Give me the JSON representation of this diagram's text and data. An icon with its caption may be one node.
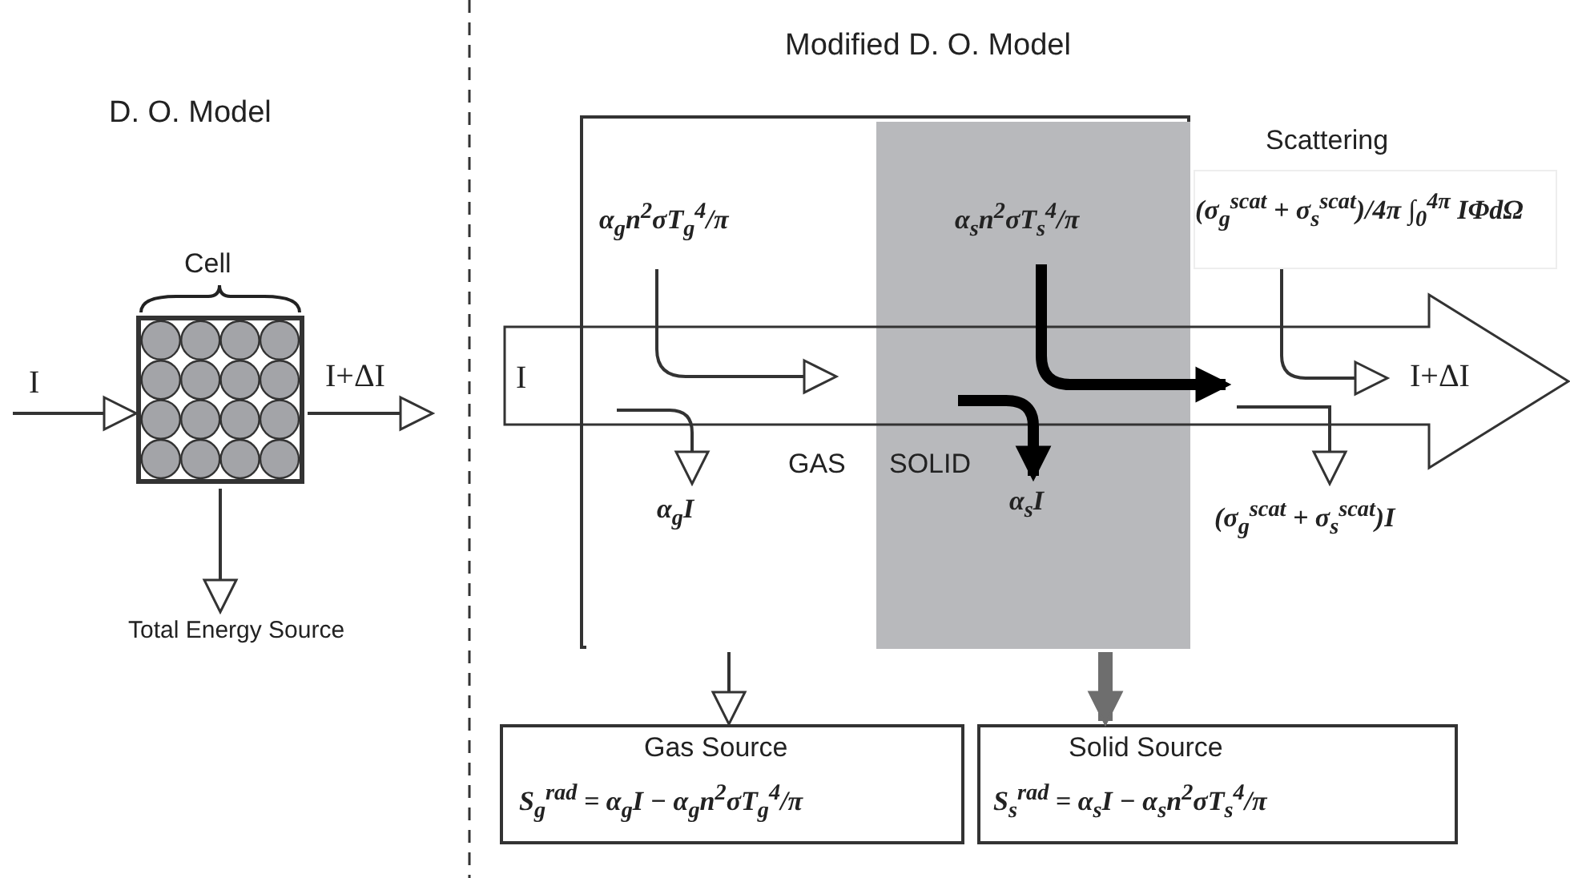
{
  "diagram": {
    "nodes": [
      {
        "text": [
          "Cell"
        ]
      },
      {
        "text": [
          "Total Energy Source"
        ]
      },
      {
        "text": [],
        "shape": "box"
      },
      {
        "text": [
          "GAS"
        ],
        "in": 2
      },
      {
        "text": [
          "SOLID"
        ],
        "in": 2
      },
      {
        "text": [
          "α$_{g}$n$^{2}$σT$_{g}$$^{4}$/π"
        ],
        "in": 3
      },
      {
        "text": [
          "α$_{g}$I"
        ],
        "in": 3
      },
      {
        "text": [
          "α$_{s}$n$^{2}$σT$_{s}$$^{4}$/π"
        ],
        "in": 4
      },
      {
        "text": [
          "α$_{s}$I"
        ],
        "in": 4
      },
      {
        "text": [
          "I",
          "I+ΔI"
        ]
      },
      {
        "text": [
          "Scattering",
          "(σ$_{g}$$^{scat}$ + σ$_{s}$$^{scat}$)/4π ∫$_{0}$$^{4π}$ IΦdΩ"
        ]
      },
      {
        "text": [
          "(σ$_{g}$$^{scat}$ + σ$_{s}$$^{scat}$)I"
        ]
      },
      {
        "text": [
          "Gas Source",
          "S$_{g}$$^{rad}$ = α$_{g}$I − α$_{g}$n$^{2}$σT$_{g}$$^{4}$/π"
        ]
      },
      {
        "text": [
          "Solid Source",
          "S$_{s}$$^{rad}$ = α$_{s}$I − α$_{s}$n$^{2}$σT$_{s}$$^{4}$/π"
        ]
      }
    ],
    "edges": [
      {
        "from": null,
        "to": 0,
        "arrow": "to",
        "label": "I"
      },
      {
        "from": 0,
        "to": null,
        "arrow": "to",
        "label": "I+ΔI"
      },
      {
        "from": 0,
        "to": 1,
        "arrow": "to"
      },
      {
        "from": 5,
        "to": 9,
        "arrow": "to"
      },
      {
        "from": 9,
        "to": 6,
        "arrow": "to"
      },
      {
        "from": 7,
        "to": 9,
        "arrow": "to",
        "style": "thick",
        "color": "#000000"
      },
      {
        "from": 9,
        "to": 8,
        "arrow": "to",
        "style": "thick",
        "color": "#000000"
      },
      {
        "from": 10,
        "to": 9,
        "arrow": "to"
      },
      {
        "from": 9,
        "to": 11,
        "arrow": "to"
      },
      {
        "from": 3,
        "to": 12,
        "arrow": "to"
      },
      {
        "from": 4,
        "to": 13,
        "arrow": "to",
        "style": "thick",
        "color": "#6e6e6e"
      }
    ],
    "labels": [
      "D. O. Model",
      "Modified D. O. Model"
    ]
  }
}
